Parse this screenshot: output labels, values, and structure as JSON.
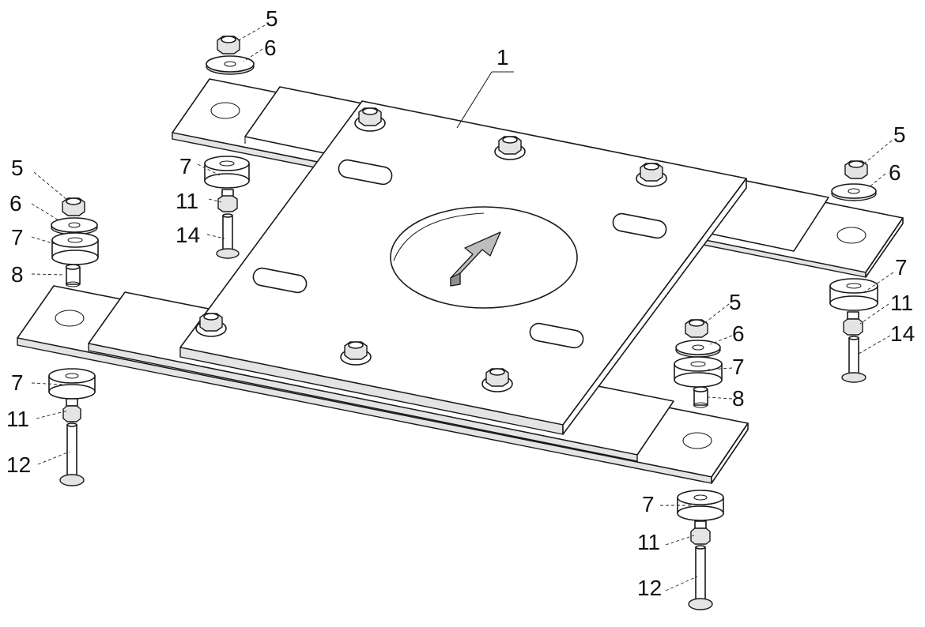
{
  "callouts": {
    "plate": "1",
    "nut": "5",
    "washer": "6",
    "bushing": "7",
    "sleeve": "8",
    "coupler": "11",
    "bolt_long": "12",
    "bolt_short": "14"
  }
}
